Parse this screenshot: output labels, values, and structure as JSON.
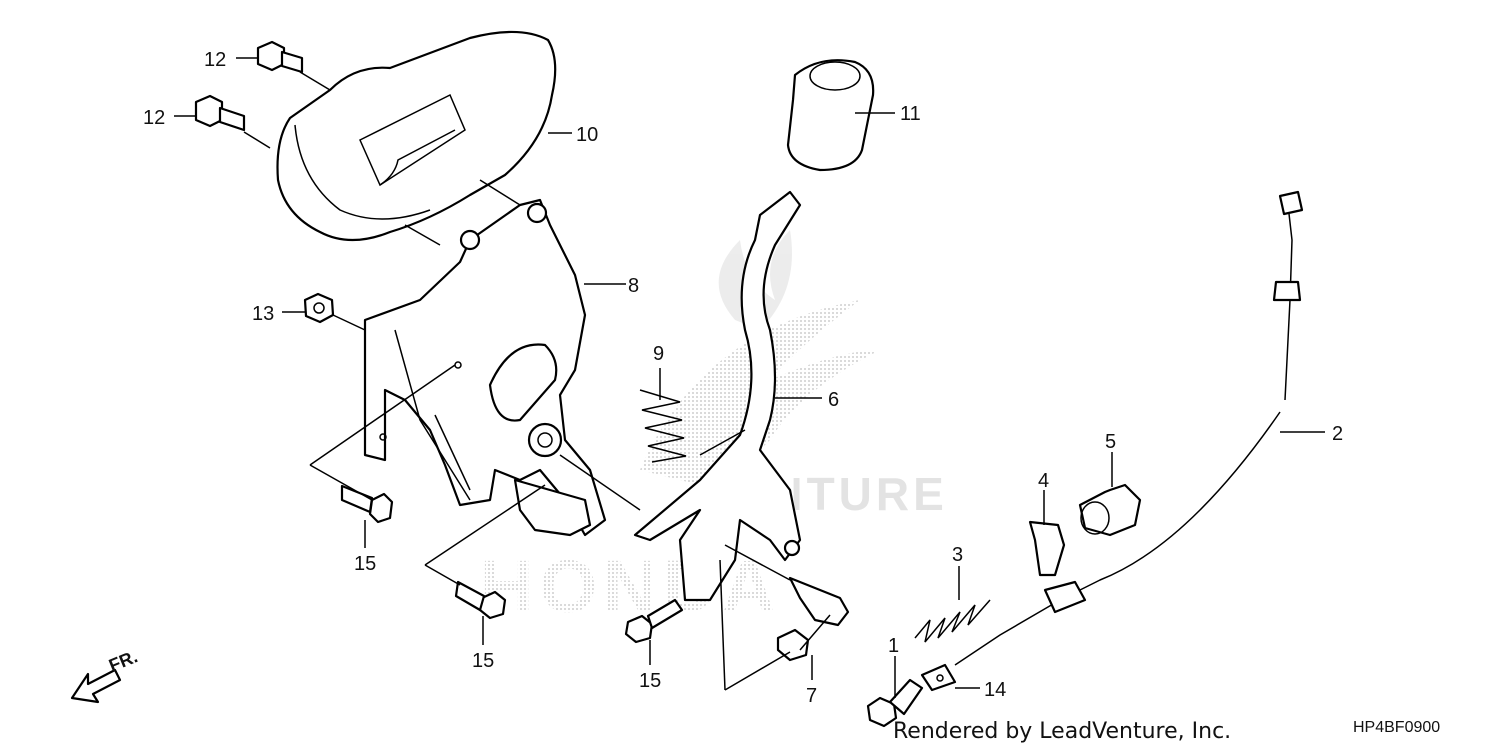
{
  "diagram": {
    "callouts": {
      "c1": "1",
      "c2": "2",
      "c3": "3",
      "c4": "4",
      "c5": "5",
      "c6": "6",
      "c7": "7",
      "c8": "8",
      "c9": "9",
      "c10": "10",
      "c11": "11",
      "c12a": "12",
      "c12b": "12",
      "c13": "13",
      "c14": "14",
      "c15a": "15",
      "c15b": "15",
      "c15c": "15"
    },
    "front_marker": "FR.",
    "watermark": {
      "word": "VENTURE",
      "brand": "HONDA"
    },
    "footer_credit": "Rendered by LeadVenture, Inc.",
    "diagram_code": "HP4BF0900"
  }
}
